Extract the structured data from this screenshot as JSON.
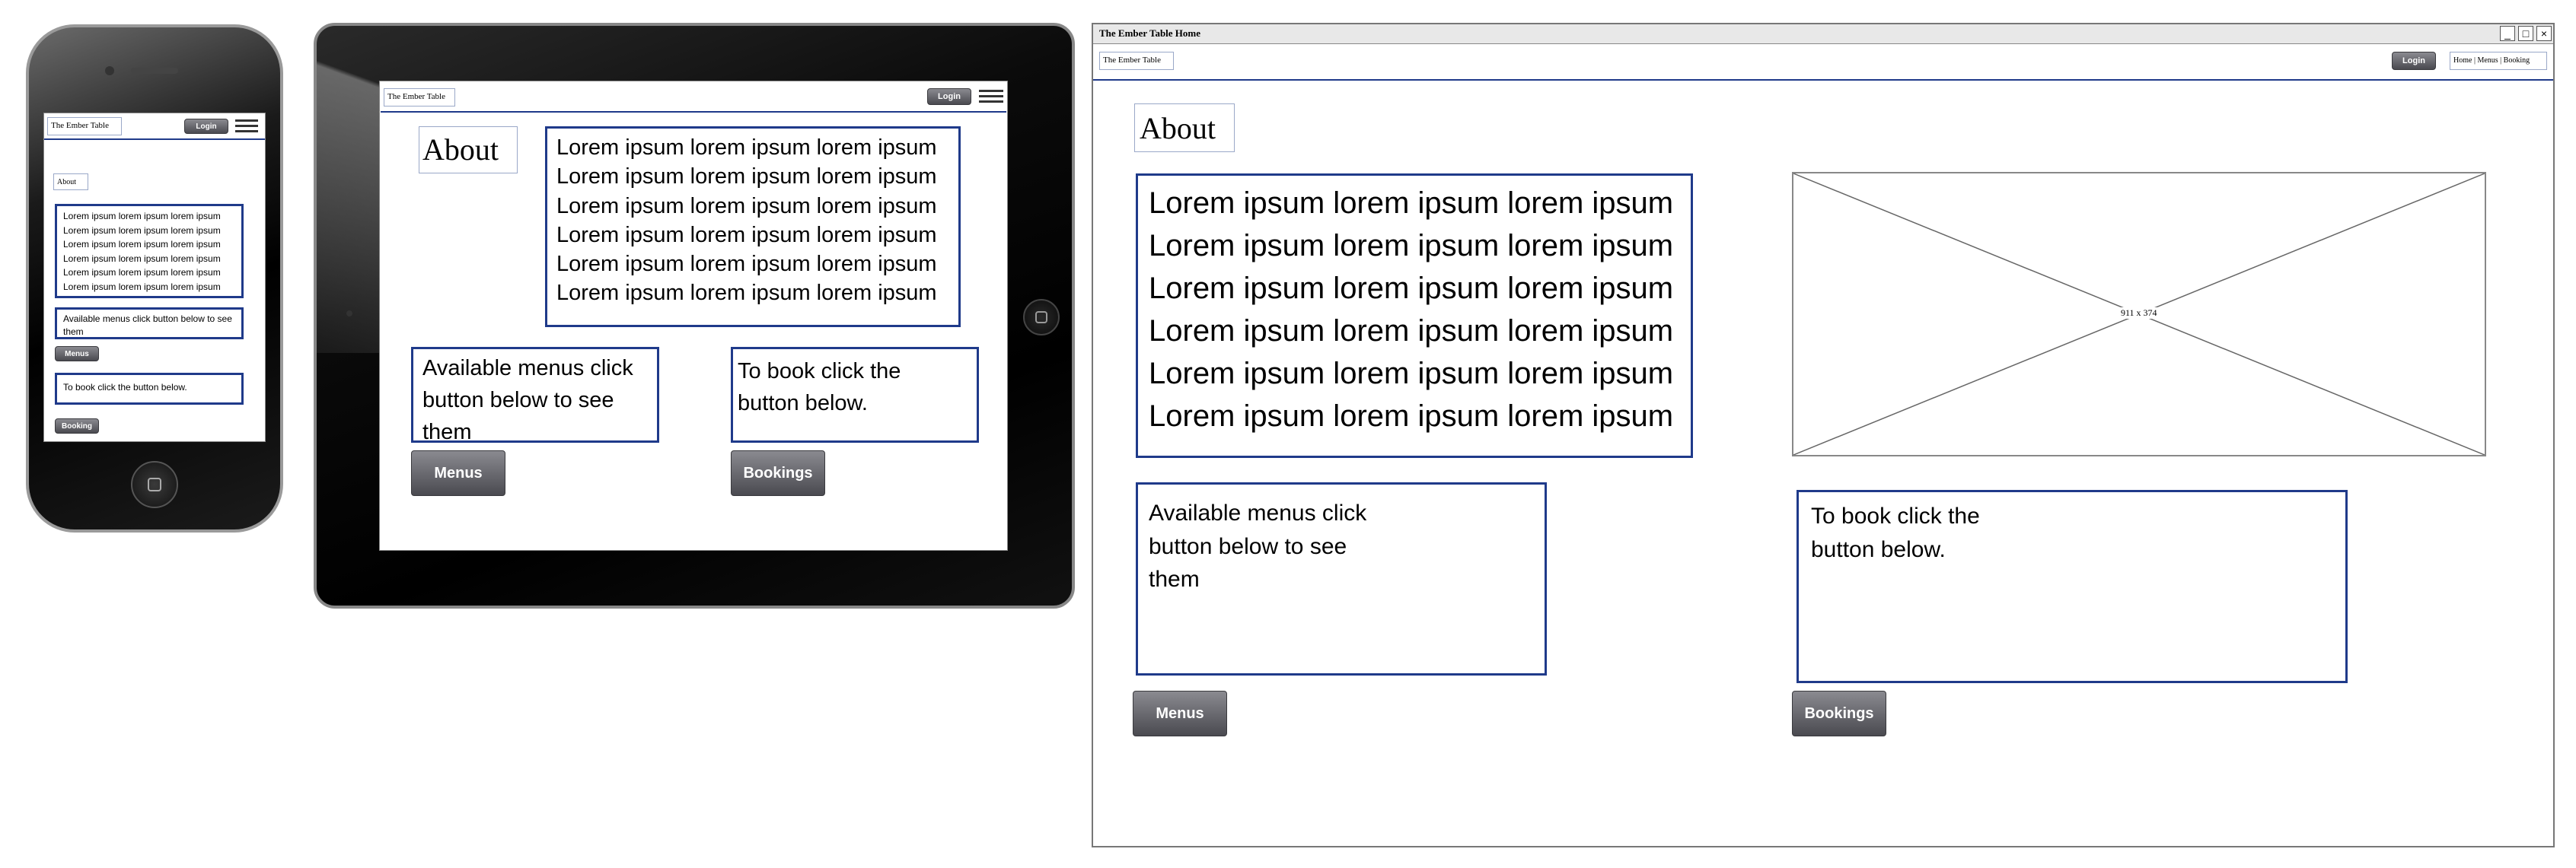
{
  "site_title": "The Ember Table",
  "window_title": "The Ember Table Home",
  "login_label": "Login",
  "nav_links": "Home | Menus | Booking",
  "about_title": "About",
  "lorem_line": "Lorem ipsum lorem ipsum lorem ipsum",
  "lorem_text": "Lorem ipsum lorem ipsum lorem ipsum\nLorem ipsum lorem ipsum lorem ipsum\nLorem ipsum lorem ipsum lorem ipsum\nLorem ipsum lorem ipsum lorem ipsum\nLorem ipsum lorem ipsum lorem ipsum\nLorem ipsum lorem ipsum lorem ipsum",
  "menus_text": "Available menus click button below to see them",
  "menus_text_broken": "Available menus click\nbutton below to see\nthem",
  "booking_text": "To book click the button below.",
  "booking_text_broken": "To book click the\nbutton below.",
  "menus_button": "Menus",
  "booking_button_mobile": "Booking",
  "bookings_button": "Bookings",
  "image_placeholder_label": "911 x 374",
  "window_controls": [
    "_",
    "□",
    "×"
  ],
  "colors": {
    "border": "#1f3a8a",
    "button_top": "#8a8a90",
    "button_bottom": "#4a4a50"
  }
}
